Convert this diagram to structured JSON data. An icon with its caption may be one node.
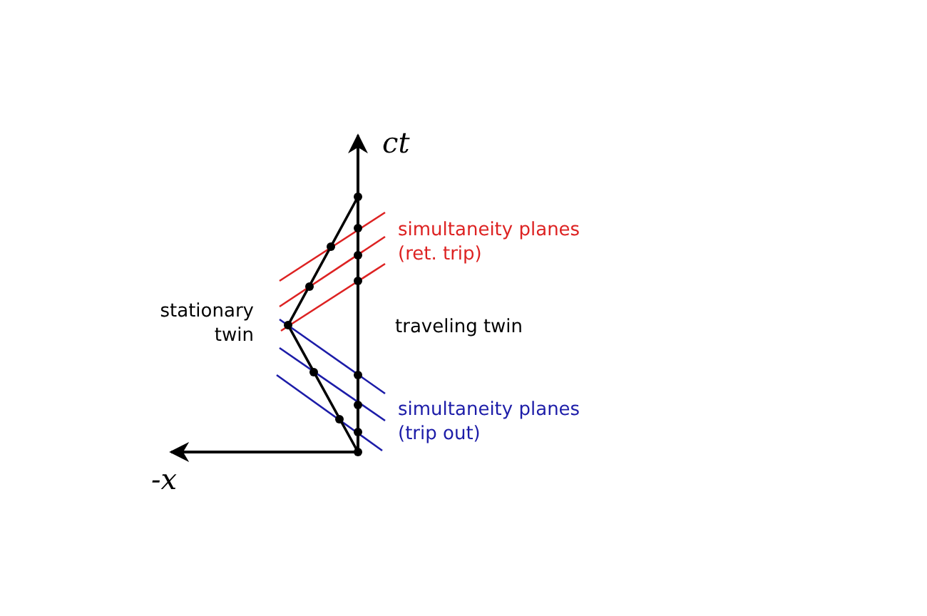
{
  "diagram": {
    "labels": [
      "ct",
      "simultaneity planes (ret. trip)",
      "stationary twin",
      "traveling twin",
      "simultaneity planes (trip out)",
      "-x"
    ]
  }
}
